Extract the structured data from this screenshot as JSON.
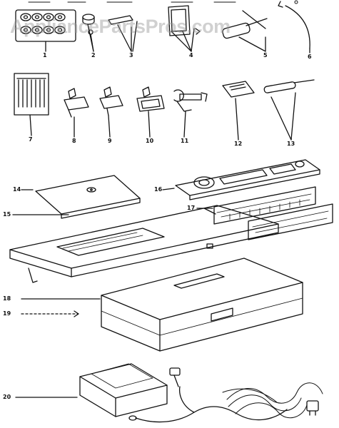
{
  "watermark": "AppliancePartsPros.com",
  "callouts": [
    "1",
    "2",
    "3",
    "4",
    "5",
    "6",
    "7",
    "8",
    "9",
    "10",
    "11",
    "12",
    "13",
    "14",
    "15",
    "16",
    "17",
    "18",
    "19",
    "20"
  ],
  "colors": {
    "ink": "#111111",
    "background": "#ffffff",
    "watermark": "#969696"
  }
}
